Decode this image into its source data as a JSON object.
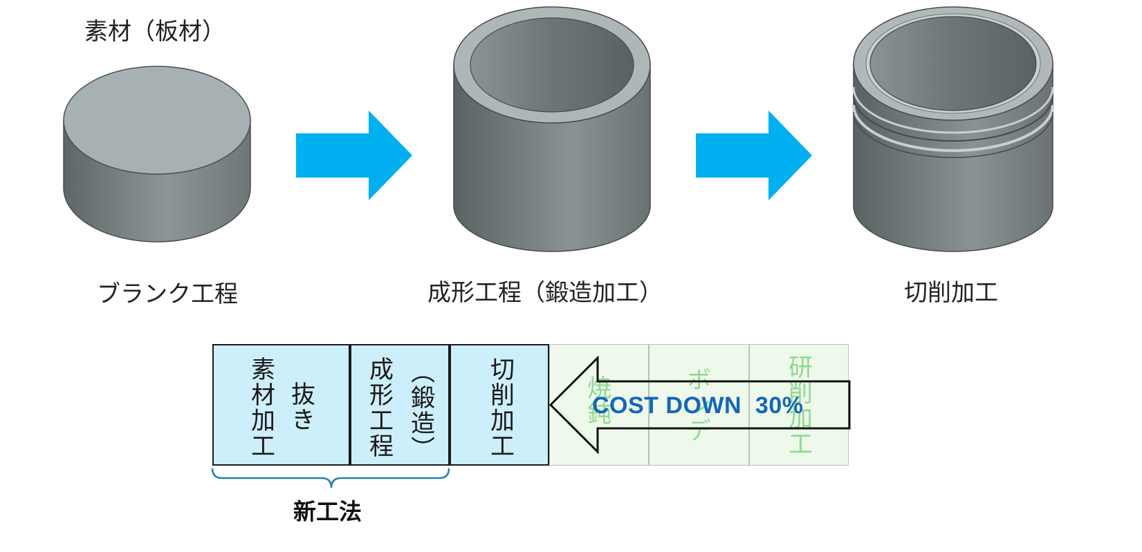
{
  "top": {
    "material_label": "素材（板材）",
    "steps": [
      {
        "label": "ブランク工程"
      },
      {
        "label": "成形工程（鍛造加工）"
      },
      {
        "label": "切削加工"
      }
    ]
  },
  "process_table": {
    "new_cells": [
      {
        "col1": "素材加工",
        "col2": "抜き"
      },
      {
        "col1": "成形工程",
        "col2": "（鍛造）"
      },
      {
        "col1": "切削加工"
      }
    ],
    "old_cells": [
      {
        "text": "焼鈍"
      },
      {
        "text": "ボンデ"
      },
      {
        "text": "研削加工"
      }
    ],
    "cost_down_label": "COST DOWN  30%",
    "new_method_label": "新工法"
  },
  "colors": {
    "arrow": "#00b0f0",
    "new_cell_fill": "#cdeefb",
    "old_cell_fill": "#eef9ec",
    "old_cell_text": "#8fd98f",
    "cost_text": "#1566b8",
    "brace": "#2a7ab0"
  },
  "icons": [
    "blank-disc-icon",
    "forged-cup-icon",
    "machined-cup-icon",
    "right-arrow-icon",
    "left-arrow-icon"
  ]
}
